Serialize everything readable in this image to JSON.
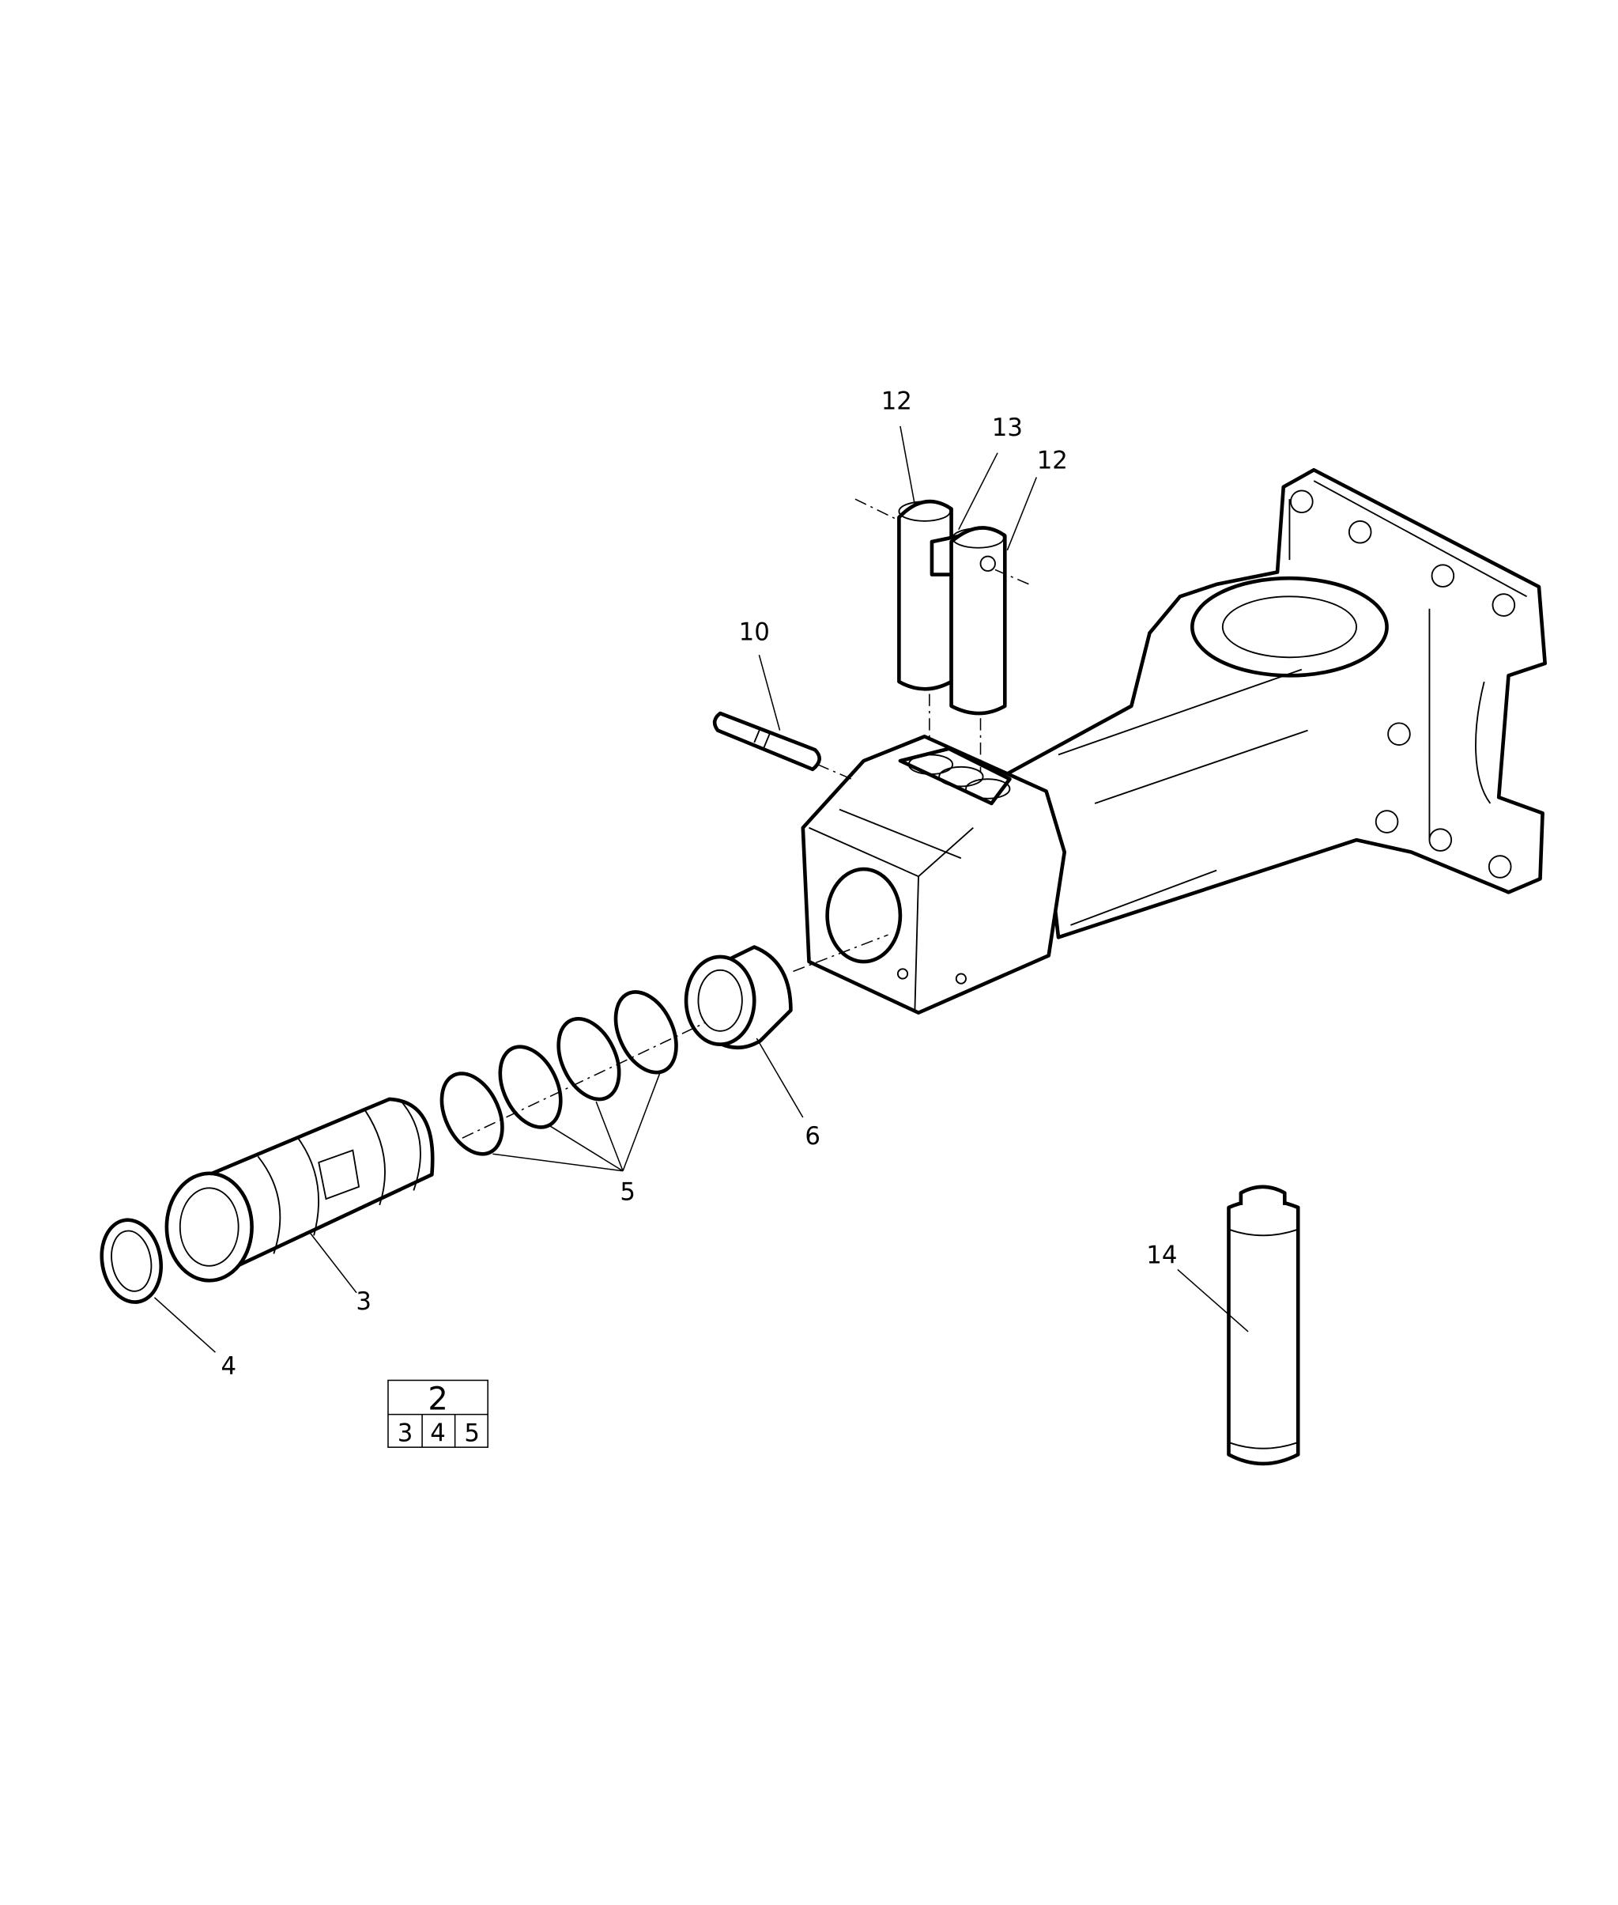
{
  "diagram": {
    "type": "exploded-parts-view",
    "callouts": {
      "c12a": "12",
      "c13": "13",
      "c12b": "12",
      "c10": "10",
      "c6": "6",
      "c5": "5",
      "c3": "3",
      "c4": "4",
      "c14": "14"
    },
    "kit_table": {
      "parent": "2",
      "children": [
        "3",
        "4",
        "5"
      ]
    }
  }
}
